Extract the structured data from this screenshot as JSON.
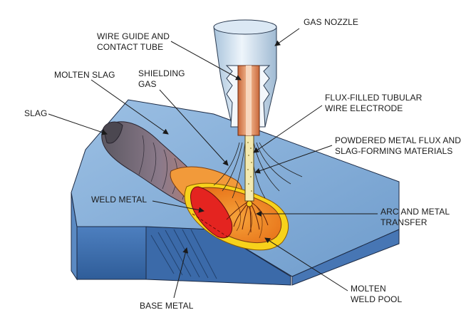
{
  "labels": {
    "gas_nozzle": "GAS NOZZLE",
    "wire_guide": "WIRE GUIDE AND\nCONTACT TUBE",
    "molten_slag": "MOLTEN SLAG",
    "shielding_gas": "SHIELDING\nGAS",
    "slag": "SLAG",
    "flux_filled": "FLUX-FILLED TUBULAR\nWIRE ELECTRODE",
    "powdered_metal": "POWDERED METAL FLUX AND\nSLAG-FORMING MATERIALS",
    "weld_metal": "WELD METAL",
    "arc_transfer": "ARC AND METAL\nTRANSFER",
    "molten_pool": "MOLTEN\nWELD POOL",
    "base_metal": "BASE METAL"
  },
  "colors": {
    "base_metal_top": "#7ea9d6",
    "base_metal_side": "#3f6fae",
    "slag": "#6e6670",
    "weld_metal": "#e42420",
    "weld_pool": "#f08a1e",
    "pool_rim": "#f7d21b",
    "nozzle": "#c9dbea",
    "contact_tube": "#e8935c",
    "wire": "#f4eab0"
  }
}
